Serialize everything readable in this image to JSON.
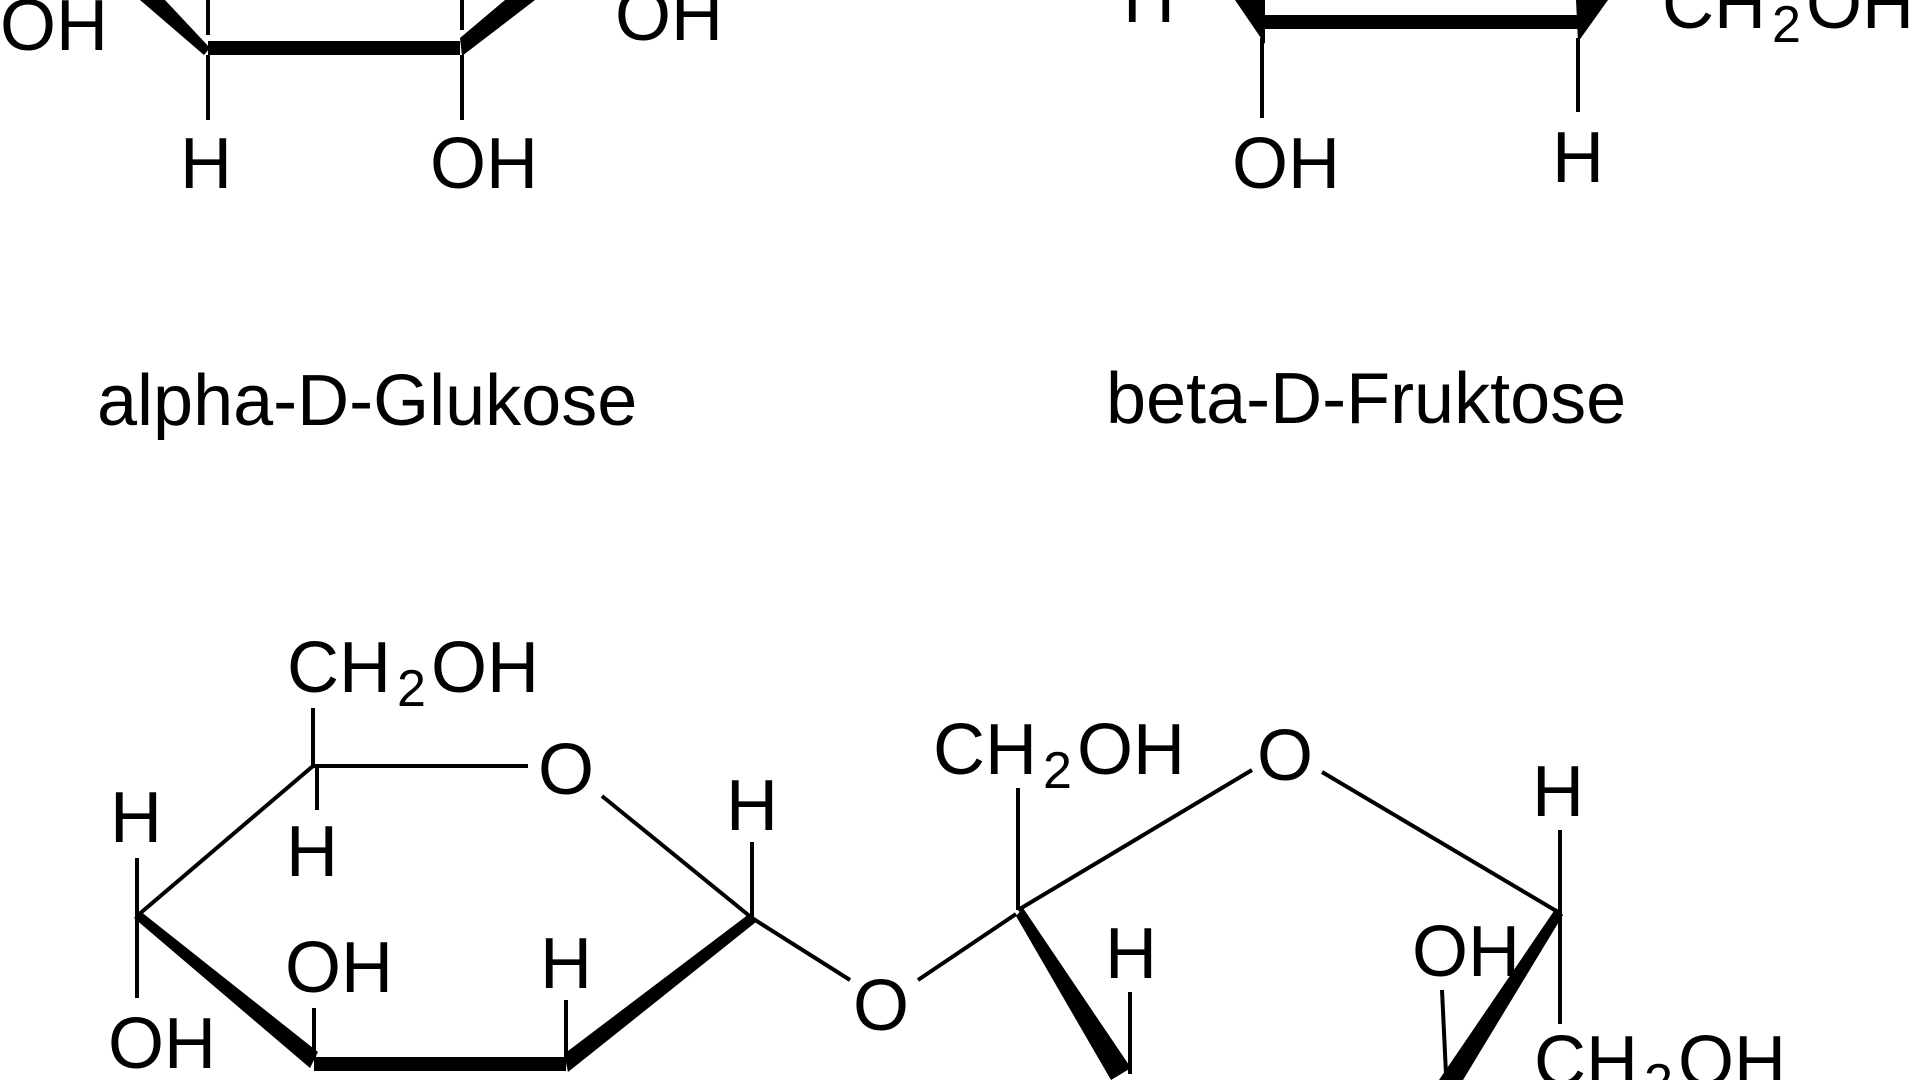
{
  "labels": {
    "oh": "OH",
    "h": "H",
    "o": "O",
    "ch2oh_ch": "CH",
    "ch2oh_sub": "2",
    "ch2oh_oh": "OH"
  },
  "captions": {
    "glucose": "alpha-D-Glukose",
    "fructose": "beta-D-Fruktose"
  },
  "colors": {
    "ink": "#000000",
    "background": "#ffffff"
  }
}
